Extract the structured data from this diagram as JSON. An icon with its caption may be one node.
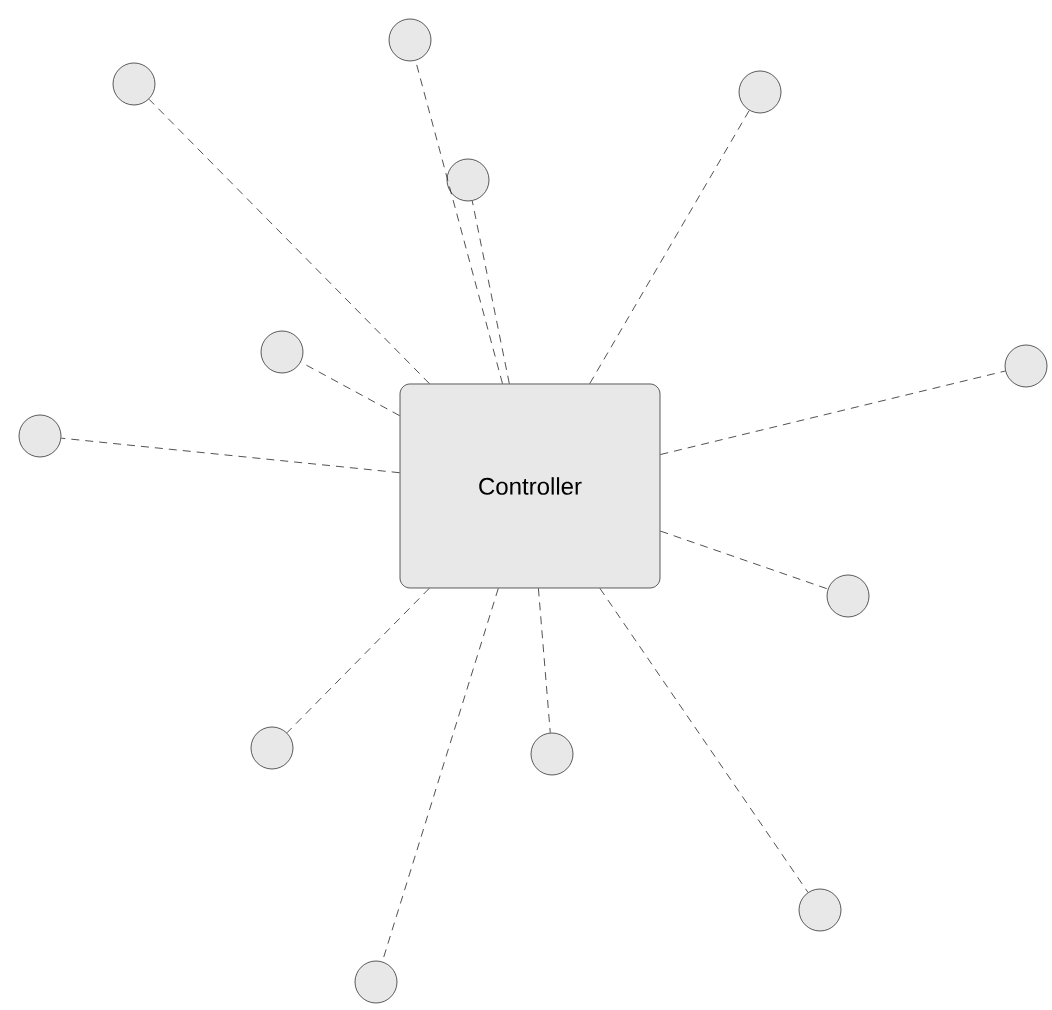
{
  "diagram": {
    "nodes": [
      {
        "text": [
          "Controller"
        ]
      },
      {
        "text": [],
        "shape": "circle"
      },
      {
        "text": [],
        "shape": "circle"
      },
      {
        "text": [],
        "shape": "circle"
      },
      {
        "text": [],
        "shape": "circle"
      },
      {
        "text": [],
        "shape": "circle"
      },
      {
        "text": [],
        "shape": "circle"
      },
      {
        "text": [],
        "shape": "circle"
      },
      {
        "text": [],
        "shape": "circle"
      },
      {
        "text": [],
        "shape": "circle"
      },
      {
        "text": [],
        "shape": "circle"
      },
      {
        "text": [],
        "shape": "circle"
      },
      {
        "text": [],
        "shape": "circle"
      }
    ],
    "edges": [
      {
        "from": 0,
        "to": 1,
        "arrow": "none",
        "style": "dashed"
      },
      {
        "from": 0,
        "to": 2,
        "arrow": "none",
        "style": "dashed"
      },
      {
        "from": 0,
        "to": 3,
        "arrow": "none",
        "style": "dashed"
      },
      {
        "from": 0,
        "to": 4,
        "arrow": "none",
        "style": "dashed"
      },
      {
        "from": 0,
        "to": 5,
        "arrow": "none",
        "style": "dashed"
      },
      {
        "from": 0,
        "to": 6,
        "arrow": "none",
        "style": "dashed"
      },
      {
        "from": 0,
        "to": 7,
        "arrow": "none",
        "style": "dashed"
      },
      {
        "from": 0,
        "to": 8,
        "arrow": "none",
        "style": "dashed"
      },
      {
        "from": 0,
        "to": 9,
        "arrow": "none",
        "style": "dashed"
      },
      {
        "from": 0,
        "to": 10,
        "arrow": "none",
        "style": "dashed"
      },
      {
        "from": 0,
        "to": 11,
        "arrow": "none",
        "style": "dashed"
      },
      {
        "from": 0,
        "to": 12,
        "arrow": "none",
        "style": "dashed"
      }
    ]
  }
}
